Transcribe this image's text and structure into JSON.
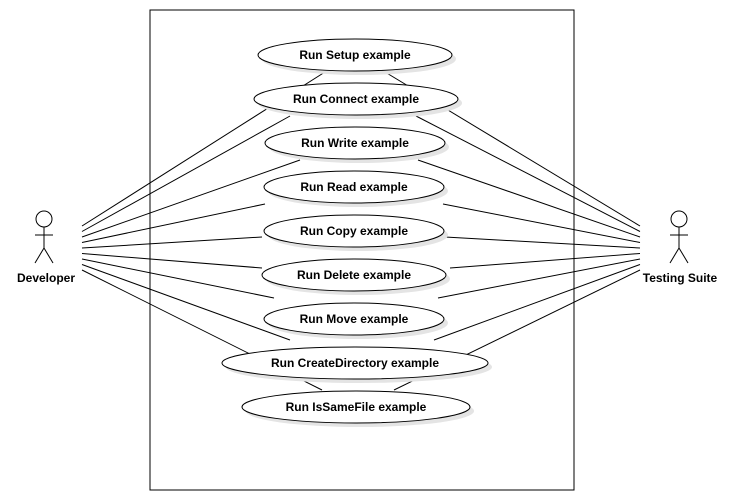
{
  "actors": {
    "left": {
      "name": "Developer"
    },
    "right": {
      "name": "Testing Suite"
    }
  },
  "use_cases": [
    {
      "label": "Run Setup example"
    },
    {
      "label": "Run Connect example"
    },
    {
      "label": "Run Write example"
    },
    {
      "label": "Run Read example"
    },
    {
      "label": "Run Copy example"
    },
    {
      "label": "Run Delete example"
    },
    {
      "label": "Run Move example"
    },
    {
      "label": "Run CreateDirectory example"
    },
    {
      "label": "Run IsSameFile example"
    }
  ],
  "colors": {
    "stroke": "#000000",
    "fill": "#ffffff",
    "shadow": "#e4e4e4"
  }
}
